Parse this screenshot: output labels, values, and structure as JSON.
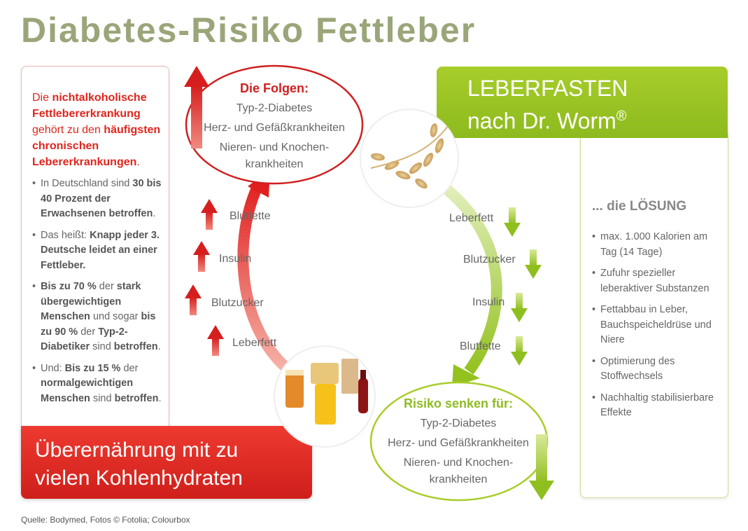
{
  "title": "Diabetes-Risiko Fettleber",
  "left_box": {
    "intro": [
      {
        "text": "Die ",
        "em": false
      },
      {
        "text": "nichtalkoholische Fettlebererkrankung",
        "em": true
      },
      {
        "text": " gehört zu den ",
        "em": false
      },
      {
        "text": "häufigsten chronischen Lebererkrankungen",
        "em": true
      },
      {
        "text": ".",
        "em": false
      }
    ],
    "bullets": [
      [
        {
          "text": "In Deutschland sind ",
          "em": false
        },
        {
          "text": "30 bis 40 Prozent der Erwachsenen betroffen",
          "em": true
        },
        {
          "text": ".",
          "em": false
        }
      ],
      [
        {
          "text": "Das heißt: ",
          "em": false
        },
        {
          "text": "Knapp jeder 3. Deutsche leidet an einer Fettleber.",
          "em": true
        }
      ],
      [
        {
          "text": "Bis zu 70 %",
          "em": true
        },
        {
          "text": " der ",
          "em": false
        },
        {
          "text": "stark übergewichtigen Menschen",
          "em": true
        },
        {
          "text": " und sogar ",
          "em": false
        },
        {
          "text": "bis zu 90 %",
          "em": true
        },
        {
          "text": " der ",
          "em": false
        },
        {
          "text": "Typ-2-Diabetiker",
          "em": true
        },
        {
          "text": " sind ",
          "em": false
        },
        {
          "text": "betroffen",
          "em": true
        },
        {
          "text": ".",
          "em": false
        }
      ],
      [
        {
          "text": "Und: ",
          "em": false
        },
        {
          "text": "Bis zu 15 %",
          "em": true
        },
        {
          "text": " der ",
          "em": false
        },
        {
          "text": "normalgewichtigen Menschen",
          "em": true
        },
        {
          "text": " sind ",
          "em": false
        },
        {
          "text": "betroffen",
          "em": true
        },
        {
          "text": ".",
          "em": false
        }
      ]
    ]
  },
  "banner": {
    "line1": "Überernährung mit zu",
    "line2": "vielen Kohlenhydraten"
  },
  "folgen": {
    "title": "Die Folgen:",
    "items": [
      "Typ-2-Diabetes",
      "Herz- und Gefäßkrankheiten",
      "Nieren- und Knochen-",
      "krankheiten"
    ]
  },
  "risiko": {
    "title": "Risiko senken für:",
    "items": [
      "Typ-2-Diabetes",
      "Herz- und Gefäßkrankheiten",
      "Nieren- und Knochen-",
      "krankheiten"
    ]
  },
  "cycle_left": [
    "Blutfette",
    "Insulin",
    "Blutzucker",
    "Leberfett"
  ],
  "cycle_right": [
    "Leberfett",
    "Blutzucker",
    "Insulin",
    "Blutfette"
  ],
  "green_header": {
    "line1": "LEBERFASTEN",
    "line2": "nach Dr. Worm",
    "mark": "®"
  },
  "solution": {
    "title": "... die LÖSUNG",
    "bullets": [
      "max. 1.000 Kalorien am Tag (14 Tage)",
      "Zufuhr spezieller leberaktiver Substanzen",
      "Fettabbau in Leber, Bauchspeicheldrüse und Niere",
      "Optimierung des Stoffwechsels",
      "Nachhaltig stabilisierbare Effekte"
    ]
  },
  "source": "Quelle: Bodymed, Fotos © Fotolia; Colourbox",
  "colors": {
    "title": "#9aa579",
    "red": "#e0251d",
    "green": "#9ac425",
    "text_gray": "#666666"
  }
}
